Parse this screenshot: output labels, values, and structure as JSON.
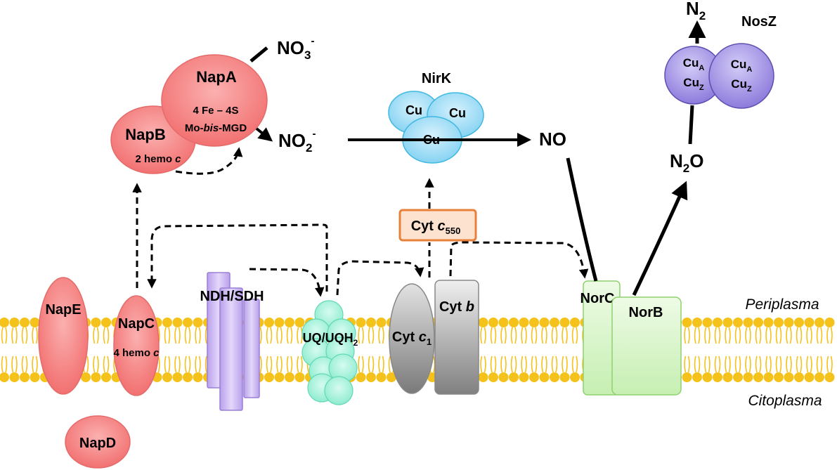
{
  "compartments": {
    "periplasm": "Periplasma",
    "cytoplasm": "Citoplasma"
  },
  "napA": {
    "name": "NapA",
    "cofactor1": "4 Fe – 4S",
    "cofactor2_pre": "Mo-",
    "cofactor2_ital": "bis",
    "cofactor2_post": "-MGD"
  },
  "napB": {
    "name": "NapB",
    "hemo": "2 hemo ",
    "hemo_c": "c"
  },
  "napC": {
    "name": "NapC",
    "hemo": "4 hemo ",
    "hemo_c": "c"
  },
  "napD": {
    "name": "NapD"
  },
  "napE": {
    "name": "NapE"
  },
  "ndh": {
    "name": "NDH/SDH"
  },
  "uq": {
    "name_main": "UQ/UQH",
    "name_sub": "2"
  },
  "cytc1": {
    "name_main": "Cyt ",
    "name_ital": "c",
    "name_sub": "1"
  },
  "cytb": {
    "name_main": "Cyt ",
    "name_ital": "b"
  },
  "cytc550": {
    "name_main": "Cyt ",
    "name_ital": "c",
    "name_sub": "550"
  },
  "nirK": {
    "name": "NirK",
    "cu1": "Cu",
    "cu2": "Cu",
    "cu3": "Cu"
  },
  "norC": {
    "name": "NorC"
  },
  "norB": {
    "name": "NorB"
  },
  "nosZ": {
    "name": "NosZ",
    "cuA": "Cu",
    "cuA_sub": "A",
    "cuZ": "Cu",
    "cuZ_sub": "Z",
    "cuA2": "Cu",
    "cuA2_sub": "A",
    "cuZ2": "Cu",
    "cuZ2_sub": "Z"
  },
  "species": {
    "no3_main": "NO",
    "no3_sub": "3",
    "no3_sup": "-",
    "no2_main": "NO",
    "no2_sub": "2",
    "no2_sup": "-",
    "no": "NO",
    "n2o_n": "N",
    "n2o_sub": "2",
    "n2o_o": "O",
    "n2_main": "N",
    "n2_sub": "2"
  },
  "colors": {
    "membrane": "#f5c21b",
    "napFill": "#f47f7f",
    "napStroke": "#e56b6b",
    "ndhFill": "#c9b3f0",
    "ndhStroke": "#9b7fd6",
    "uqFill": "#9ff0d6",
    "uqStroke": "#63d8b4",
    "cytFill": "#a8a8a8",
    "cytStroke": "#888888",
    "c550Fill": "#fde3cf",
    "c550Stroke": "#e8803a",
    "nirFill": "#9fdcf5",
    "nirStroke": "#3fb8e0",
    "norFill": "#d2f2c2",
    "norStroke": "#8ed26e",
    "nosFill": "#9f8ee4",
    "nosStroke": "#5c4fb0"
  }
}
